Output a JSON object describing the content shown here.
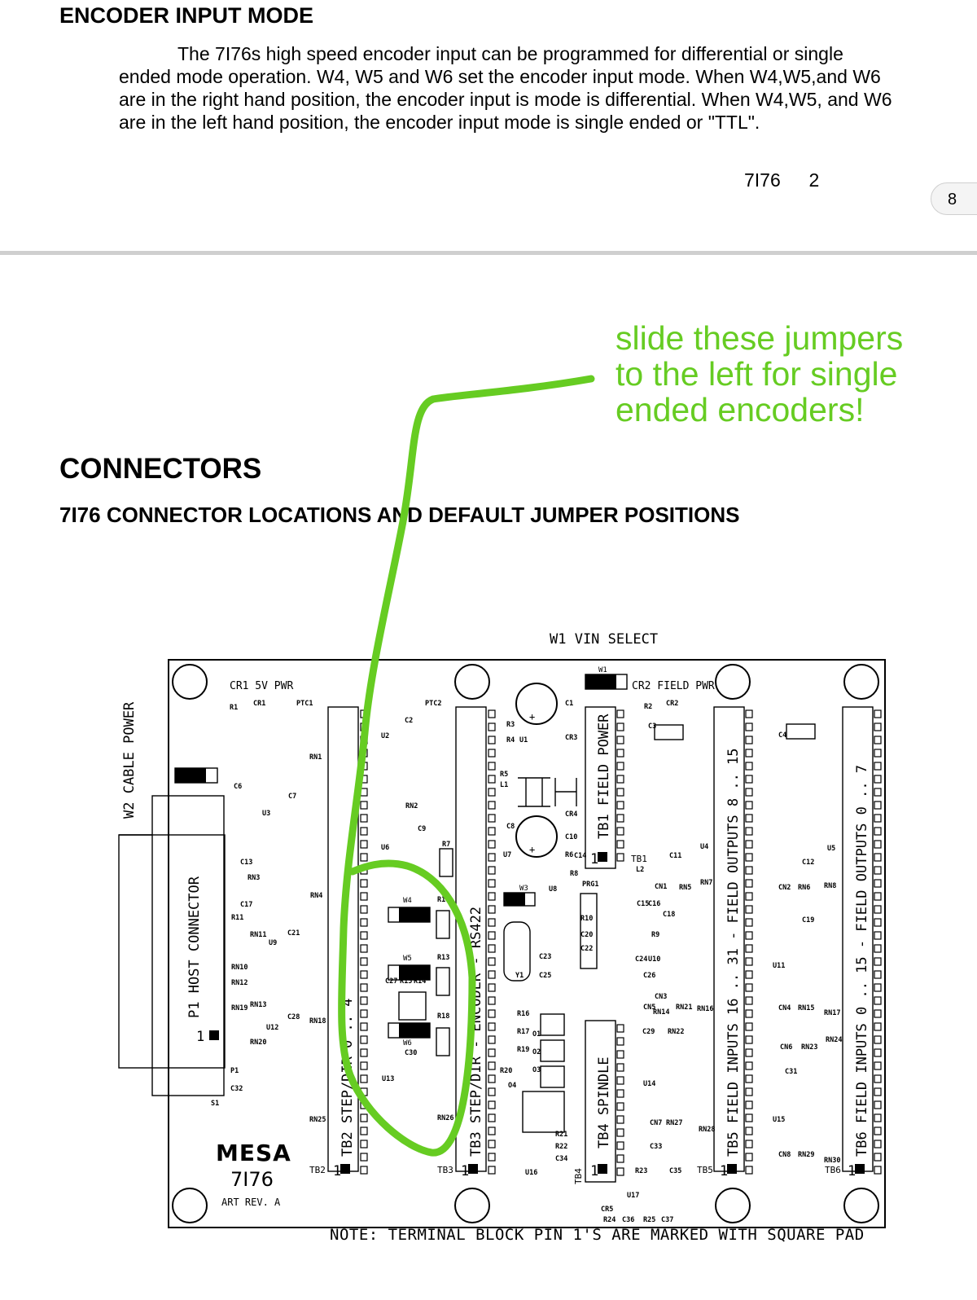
{
  "top_page": {
    "section_title": "ENCODER INPUT MODE",
    "paragraph": "The 7I76s high speed encoder input can be programmed for differential or single ended mode operation. W4, W5 and W6 set the encoder input mode. When W4,W5,and W6 are in the right hand position, the encoder input is mode is differential. When W4,W5, and W6 are in the left hand position, the encoder input mode is single ended or \"TTL\".",
    "footer_doc": "7I76",
    "footer_page": "2",
    "page_badge": "8"
  },
  "bottom_page": {
    "section_title": "CONNECTORS",
    "subsection_title": "7I76 CONNECTOR LOCATIONS AND DEFAULT JUMPER POSITIONS",
    "note": "NOTE: TERMINAL BLOCK PIN 1'S ARE MARKED WITH SQUARE PAD"
  },
  "annotation": {
    "lines": [
      "slide these jumpers",
      "to the left for single",
      "ended encoders!"
    ],
    "color": "#66cc22"
  },
  "board": {
    "w1_label": "W1 VIN SELECT",
    "w2_label": "W2 CABLE POWER",
    "p1_label": "P1 HOST CONNECTOR",
    "p1_pin1": "1",
    "cr1_label": "CR1 5V PWR",
    "cr2_label": "CR2 FIELD PWR",
    "tb2_label": "TB2 STEP/DIR 0 .. 4",
    "tb3_label": "TB3 STEP/DIR - ENCODER - RS422",
    "tb1_label": "TB1 FIELD POWER",
    "tb4_label": "TB4 SPINDLE",
    "tb5_label": "TB5 FIELD INPUTS 16 .. 31 - FIELD OUTPUTS 8 .. 15",
    "tb6_label": "TB6 FIELD INPUTS 0 .. 15 - FIELD OUTPUTS 0 .. 7",
    "logo": "MESA",
    "model": "7I76",
    "rev": "ART REV. A",
    "jumpers": [
      "W4",
      "W5",
      "W6",
      "W3",
      "W1",
      "W2"
    ],
    "tb_names": [
      "TB1",
      "TB2",
      "TB3",
      "TB4",
      "TB5",
      "TB6"
    ],
    "pin_one": "1",
    "components": [
      "R1",
      "CR1",
      "PTC1",
      "RN1",
      "C6",
      "C7",
      "U3",
      "C13",
      "RN3",
      "RN4",
      "C17",
      "R11",
      "RN11",
      "U9",
      "C21",
      "RN10",
      "RN12",
      "RN19",
      "RN13",
      "U12",
      "C28",
      "RN18",
      "RN20",
      "P1",
      "C32",
      "S1",
      "RN25",
      "U2",
      "C2",
      "PTC2",
      "RN2",
      "C9",
      "U6",
      "R7",
      "R1",
      "R13",
      "C27",
      "R15",
      "R14",
      "R18",
      "C30",
      "U13",
      "RN26",
      "R3",
      "R4",
      "U1",
      "R5",
      "L1",
      "C8",
      "U7",
      "CR3",
      "C1",
      "C3",
      "CR4",
      "C10",
      "R6",
      "C14",
      "R8",
      "PRG1",
      "U8",
      "Y1",
      "C23",
      "C25",
      "C22",
      "C20",
      "R10",
      "R16",
      "R17",
      "R19",
      "R20",
      "O1",
      "O2",
      "O3",
      "O4",
      "R21",
      "R22",
      "C34",
      "U16",
      "U17",
      "CR5",
      "R24",
      "C36",
      "R25",
      "C37",
      "R2",
      "CR2",
      "C11",
      "U4",
      "L2",
      "CN1",
      "RN5",
      "RN7",
      "R9",
      "C16",
      "C15",
      "C18",
      "C24",
      "U10",
      "C26",
      "CN3",
      "RN14",
      "CN5",
      "RN21",
      "RN16",
      "C29",
      "RN22",
      "U14",
      "CN7",
      "RN27",
      "RN28",
      "C33",
      "R23",
      "C35",
      "C4",
      "C12",
      "U5",
      "CN2",
      "RN6",
      "RN8",
      "C19",
      "U11",
      "CN4",
      "RN15",
      "RN17",
      "CN6",
      "RN23",
      "RN24",
      "C31",
      "U15",
      "CN8",
      "RN29",
      "RN30"
    ]
  }
}
